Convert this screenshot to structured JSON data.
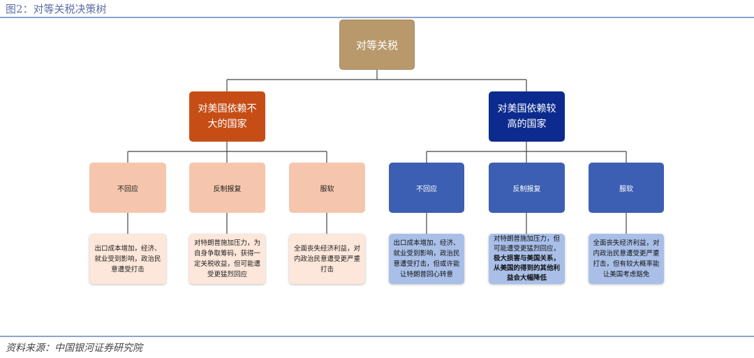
{
  "figure_title": "图2：对等关税决策树",
  "source": "资料来源：中国银河证券研究院",
  "tree": {
    "root": "对等关税",
    "left": {
      "label": "对美国依赖不大的国家",
      "children": [
        {
          "label": "不回应",
          "outcome": "出口成本增加，经济、就业受到影响，政治民意遭受打击"
        },
        {
          "label": "反制报复",
          "outcome": "对特朗普施加压力，为自身争取筹码，获得一定关税收益，但可能遭受更猛烈回应"
        },
        {
          "label": "服软",
          "outcome": "全面丧失经济利益，对内政治民意遭受更严重打击"
        }
      ]
    },
    "right": {
      "label": "对美国依赖较高的国家",
      "children": [
        {
          "label": "不回应",
          "outcome": "出口成本增加，经济、就业受到影响，政治民意遭受打击，但或许能让特朗普回心转意"
        },
        {
          "label": "反制报复",
          "outcome_line1": "对特朗普施加压力，但可能遭受更猛烈回应，",
          "outcome_line2": "极大损害与美国关系，从美国的得到的其他利益会大幅降低"
        },
        {
          "label": "服软",
          "outcome": "全面丧失经济利益，对内政治民意遭受更严重打击，但有较大概率能让美国考虑豁免"
        }
      ]
    }
  },
  "colors": {
    "root": "#b8996c",
    "left_level1": "#c64e16",
    "right_level1": "#0d2b8f",
    "left_level2": "#f5c6ad",
    "right_level2": "#3c5fb3",
    "left_level3": "#fde6da",
    "right_level3": "#a9bfe8"
  }
}
